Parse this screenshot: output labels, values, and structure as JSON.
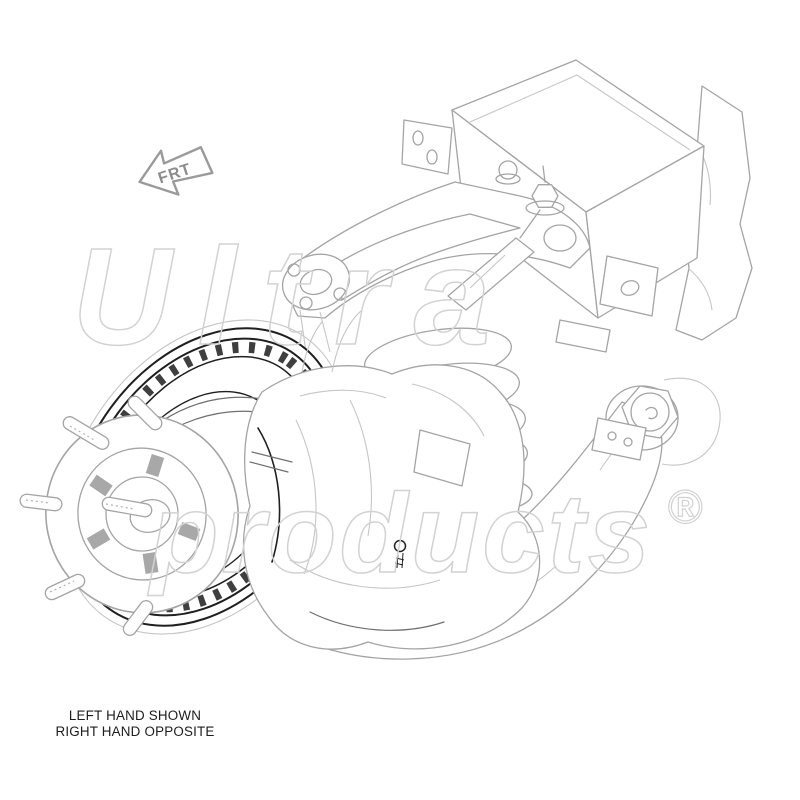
{
  "colors": {
    "background": "#ffffff",
    "dark_line": "#1f1f1f",
    "light_line": "#a4a4a4",
    "watermark": "#d2d2d2",
    "arrow_gray": "#9a9a9a",
    "caption_text": "#1d1d1d"
  },
  "direction_arrow": {
    "label": "FRT"
  },
  "watermark": {
    "word_top": "Ultra",
    "word_bottom": "products",
    "registered_mark": "®"
  },
  "caption": {
    "line1": "LEFT HAND SHOWN",
    "line2": "RIGHT HAND OPPOSITE"
  }
}
